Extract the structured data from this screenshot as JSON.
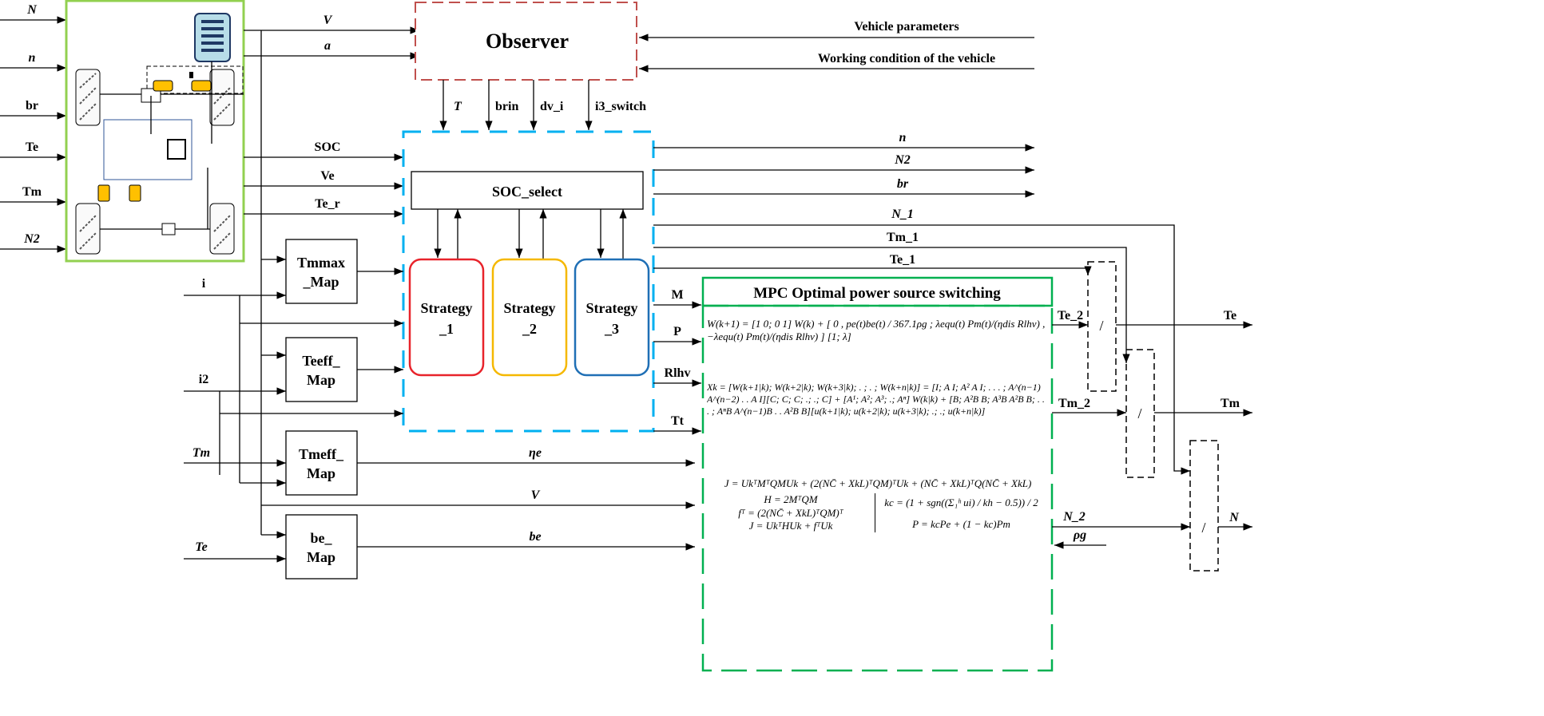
{
  "vehicle_inputs": [
    "N",
    "n",
    "br",
    "Te",
    "Tm",
    "N2"
  ],
  "vehicle_outputs": {
    "v": "V",
    "a": "a",
    "soc": "SOC",
    "ve": "Ve",
    "te_r": "Te_r"
  },
  "observer": {
    "title": "Observer",
    "outputs": [
      "T",
      "brin",
      "dv_i",
      "i3_switch"
    ],
    "inputs": [
      "Vehicle parameters",
      "Working condition of the vehicle"
    ]
  },
  "soc_select": "SOC_select",
  "strategies": [
    "Strategy\n_1",
    "Strategy\n_2",
    "Strategy\n_3"
  ],
  "strategy_colors": [
    "#e8232b",
    "#f5b800",
    "#1f6fb5"
  ],
  "right_outputs": [
    "n",
    "N2",
    "br",
    "N_1",
    "Tm_1",
    "Te_1"
  ],
  "maps": [
    "Tmmax\n_Map",
    "Teeff_\nMap",
    "Tmeff_\nMap",
    "be_\nMap"
  ],
  "map_inputs": [
    "i",
    "i2",
    "Tm",
    "Te"
  ],
  "mpc": {
    "title": "MPC Optimal power source switching",
    "inputs": [
      "M",
      "P",
      "Rlhv",
      "Tt",
      "ηe",
      "V",
      "be"
    ],
    "eq1": "W(k+1) = [1 0; 0 1] W(k) + [ 0 , pe(t)be(t) / 367.1ρg ; λequ(t) Pm(t)/(ηdis Rlhv) , −λequ(t) Pm(t)/(ηdis Rlhv) ] [1; λ]",
    "eq2": "Xk = [W(k+1|k); W(k+2|k); W(k+3|k); . ; . ; W(k+n|k)] = [I; A I; A² A I; . . . ; A^(n−1) A^(n−2) . . A I][C; C; C; .; .; C] + [A¹; A²; A³; .; Aⁿ] W(k|k) + [B; A²B B; A³B A²B B; . . . ; AⁿB A^(n−1)B . . A²B B][u(k+1|k); u(k+2|k); u(k+3|k); .; .; u(k+n|k)]",
    "eq3": "J = UkᵀMᵀQMUk + (2(NC̄ + XkL)ᵀQM)ᵀUk + (NC̄ + XkL)ᵀQ(NC̄ + XkL)",
    "eq4": "H = 2MᵀQM",
    "eq5": "fᵀ = (2(NC̄ + XkL)ᵀQM)ᵀ",
    "eq6": "J = UkᵀHUk + fᵀUk",
    "eq7": "kc = (1 + sgn((Σ₁ʰ ui) / kh − 0.5)) / 2",
    "eq8": "P = kcPe + (1 − kc)Pm",
    "outputs": [
      "Te_2",
      "Tm_2",
      "N_2"
    ],
    "rho_input": "ρg"
  },
  "divide_symbol": "/",
  "final_outputs": [
    "Te",
    "Tm",
    "N"
  ],
  "colors": {
    "vehicle_border": "#92d050",
    "observer_border": "#c0504d",
    "strategy_border": "#00b0f0",
    "mpc_border": "#00b050"
  }
}
